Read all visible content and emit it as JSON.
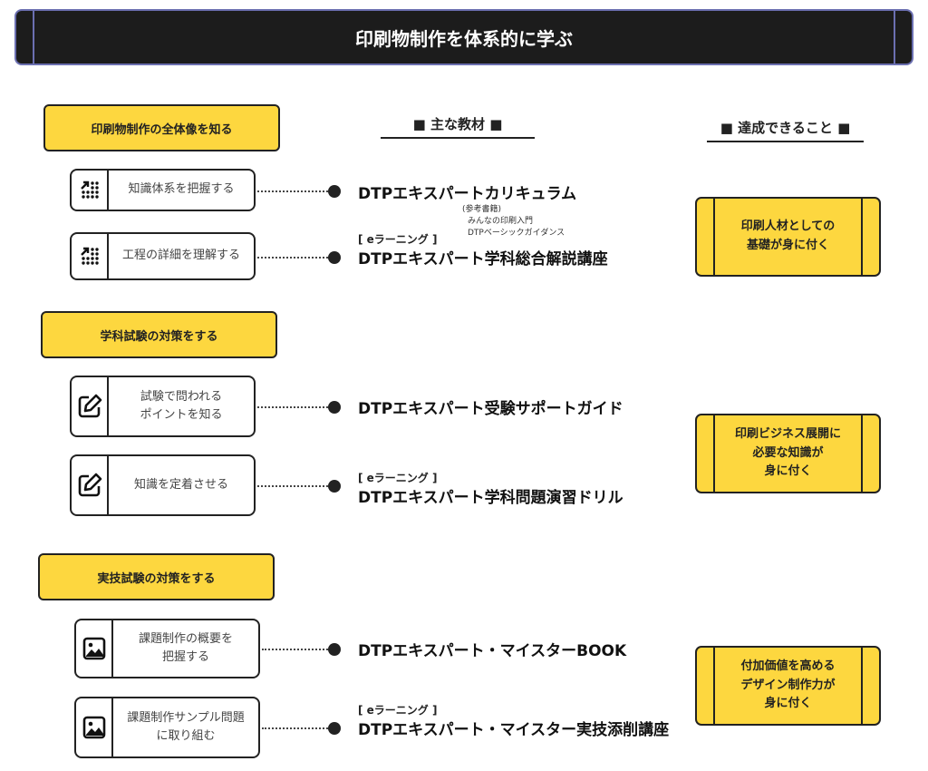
{
  "title": "印刷物制作を体系的に学ぶ",
  "columns": {
    "materials": "■ 主な教材 ■",
    "outcomes": "■ 達成できること ■"
  },
  "sections": [
    {
      "label": "印刷物制作の全体像を知る"
    },
    {
      "label": "学科試験の対策をする"
    },
    {
      "label": "実技試験の対策をする"
    }
  ],
  "items": [
    {
      "icon": "dots-arrow-icon",
      "label": "知識体系を把握する",
      "material": "DTPエキスパートカリキュラム"
    },
    {
      "icon": "dots-arrow-icon",
      "label": "工程の詳細を理解する",
      "tag": "[ eラーニング ]",
      "material": "DTPエキスパート学科総合解説講座"
    },
    {
      "icon": "edit-icon",
      "label": "試験で問われる\nポイントを知る",
      "material": "DTPエキスパート受験サポートガイド"
    },
    {
      "icon": "edit-icon",
      "label": "知識を定着させる",
      "tag": "[ eラーニング ]",
      "material": "DTPエキスパート学科問題演習ドリル"
    },
    {
      "icon": "image-icon",
      "label": "課題制作の概要を\n把握する",
      "material": "DTPエキスパート・マイスターBOOK"
    },
    {
      "icon": "image-icon",
      "label": "課題制作サンプル問題\nに取り組む",
      "tag": "[ eラーニング ]",
      "material": "DTPエキスパート・マイスター実技添削講座"
    }
  ],
  "references": {
    "heading": "(参考書籍)",
    "books": [
      "みんなの印刷入門",
      "DTPベーシックガイダンス"
    ]
  },
  "outcomes": [
    "印刷人材としての\n基礎が身に付く",
    "印刷ビジネス展開に\n必要な知識が\n身に付く",
    "付加価値を高める\nデザイン制作力が\n身に付く"
  ],
  "colors": {
    "accent": "#fdd73f",
    "header": "#1c1c1c",
    "header_border": "#6b6fb0"
  }
}
